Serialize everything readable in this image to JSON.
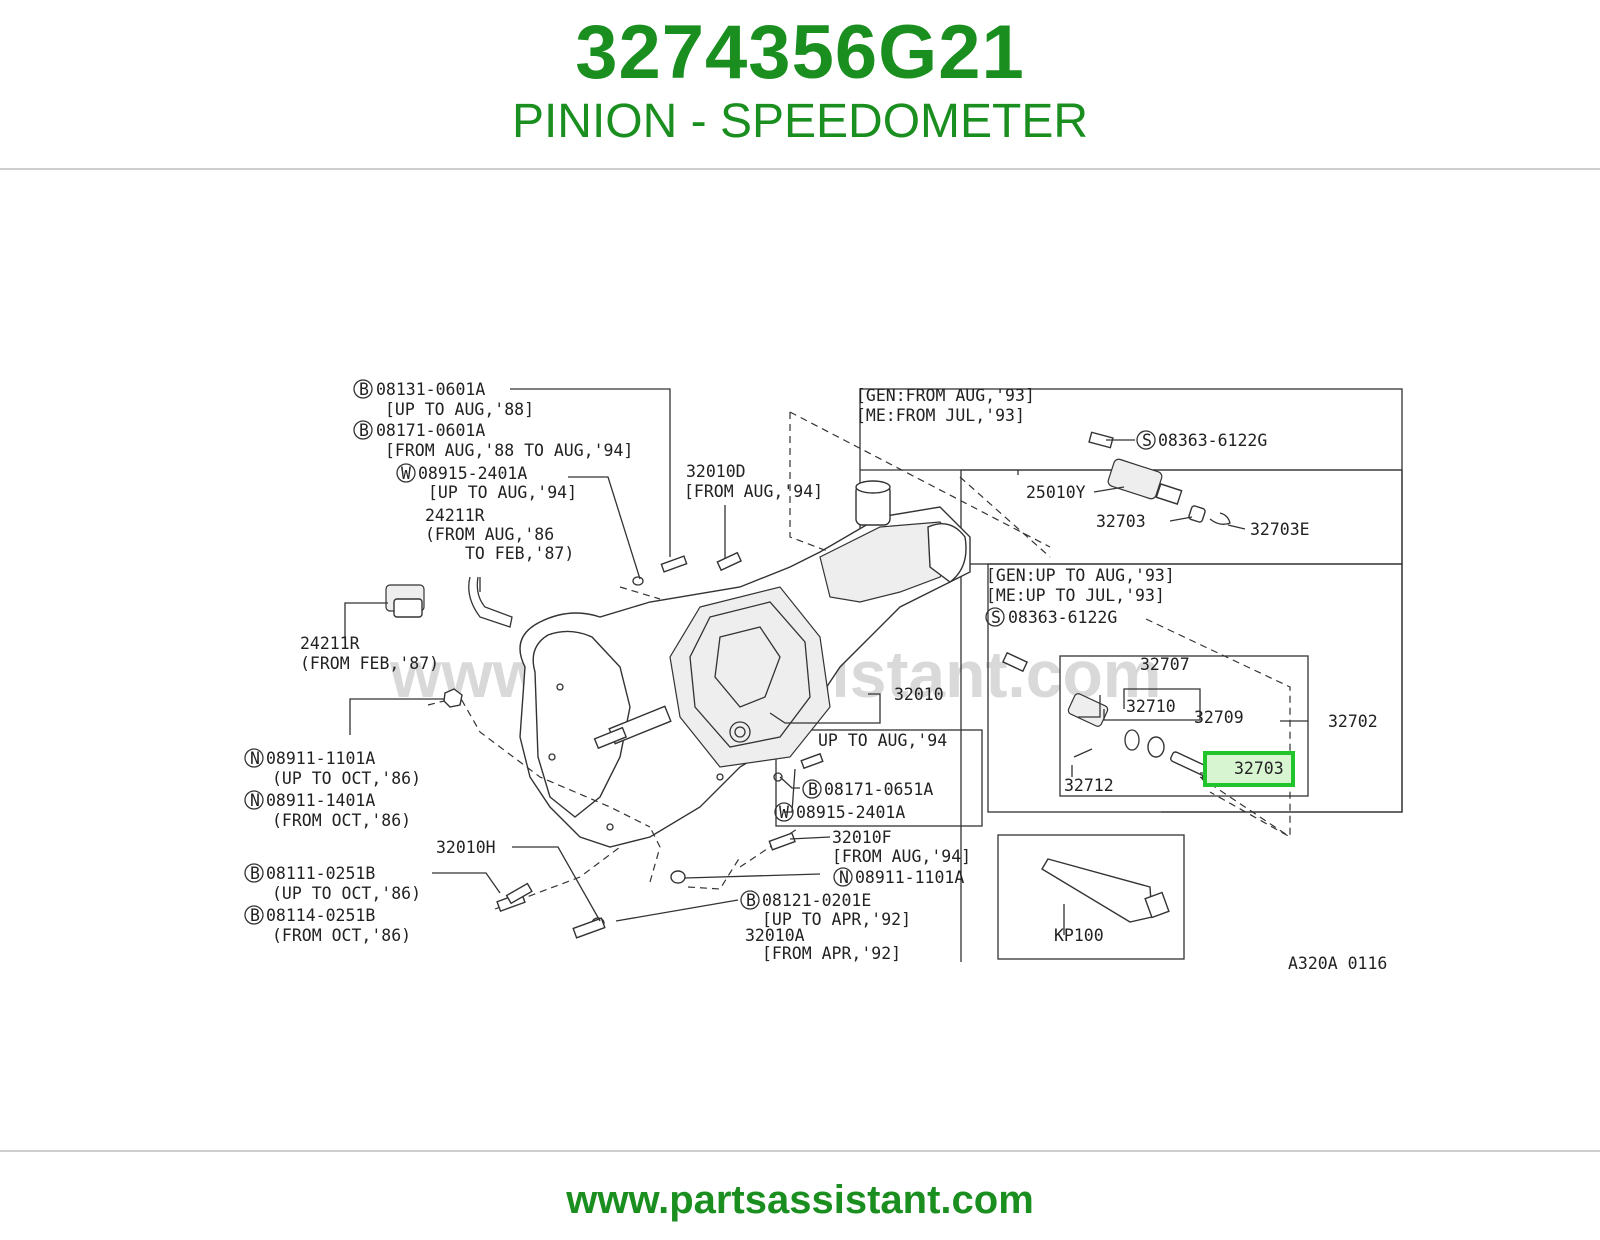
{
  "header": {
    "part_number": "3274356G21",
    "part_name": "PINION - SPEEDOMETER"
  },
  "footer": {
    "url": "www.partsassistant.com"
  },
  "diagram": {
    "watermark": "www.partsassistant.com",
    "drawing_code": "A320A 0116",
    "callouts": {
      "c1": "B",
      "l1": "08131-0601A",
      "l1b": "[UP TO AUG,'88]",
      "c2": "B",
      "l2": "08171-0601A",
      "l2b": "[FROM AUG,'88 TO AUG,'94]",
      "c3": "W",
      "l3": "08915-2401A",
      "l3b": "[UP TO AUG,'94]",
      "l4": "24211R",
      "l4b": "(FROM AUG,'86",
      "l4c": "TO FEB,'87)",
      "l5": "24211R",
      "l5b": "(FROM FEB,'87)",
      "c6": "N",
      "l6": "08911-1101A",
      "l6b": "(UP TO OCT,'86)",
      "c7": "N",
      "l7": "08911-1401A",
      "l7b": "(FROM OCT,'86)",
      "l8": "32010H",
      "c9": "B",
      "l9": "08111-0251B",
      "l9b": "(UP TO OCT,'86)",
      "c10": "B",
      "l10": "08114-0251B",
      "l10b": "(FROM OCT,'86)",
      "l11": "32010D",
      "l11b": "[FROM AUG,'94]",
      "l12": "32010",
      "l13": "UP TO AUG,'94",
      "c14": "B",
      "l14": "08171-0651A",
      "c15": "W",
      "l15": "08915-2401A",
      "l16": "32010F",
      "l16b": "[FROM AUG,'94]",
      "c17": "N",
      "l17": "08911-1101A",
      "c18": "B",
      "l18": "08121-0201E",
      "l18b": "[UP TO APR,'92]",
      "l19": "32010A",
      "l19b": "[FROM APR,'92]",
      "g1a": "[GEN:FROM AUG,'93]",
      "g1b": "[ME:FROM JUL,'93]",
      "c20": "S",
      "l20": "08363-6122G",
      "l21": "25010Y",
      "l22": "32703",
      "l23": "32703E",
      "g2a": "[GEN:UP TO AUG,'93]",
      "g2b": "[ME:UP TO JUL,'93]",
      "c24": "S",
      "l24": "08363-6122G",
      "l25": "32707",
      "l26": "32710",
      "l27": "32709",
      "l28": "32702",
      "l29": "32712",
      "l30": "32703",
      "l31": "KP100"
    }
  }
}
